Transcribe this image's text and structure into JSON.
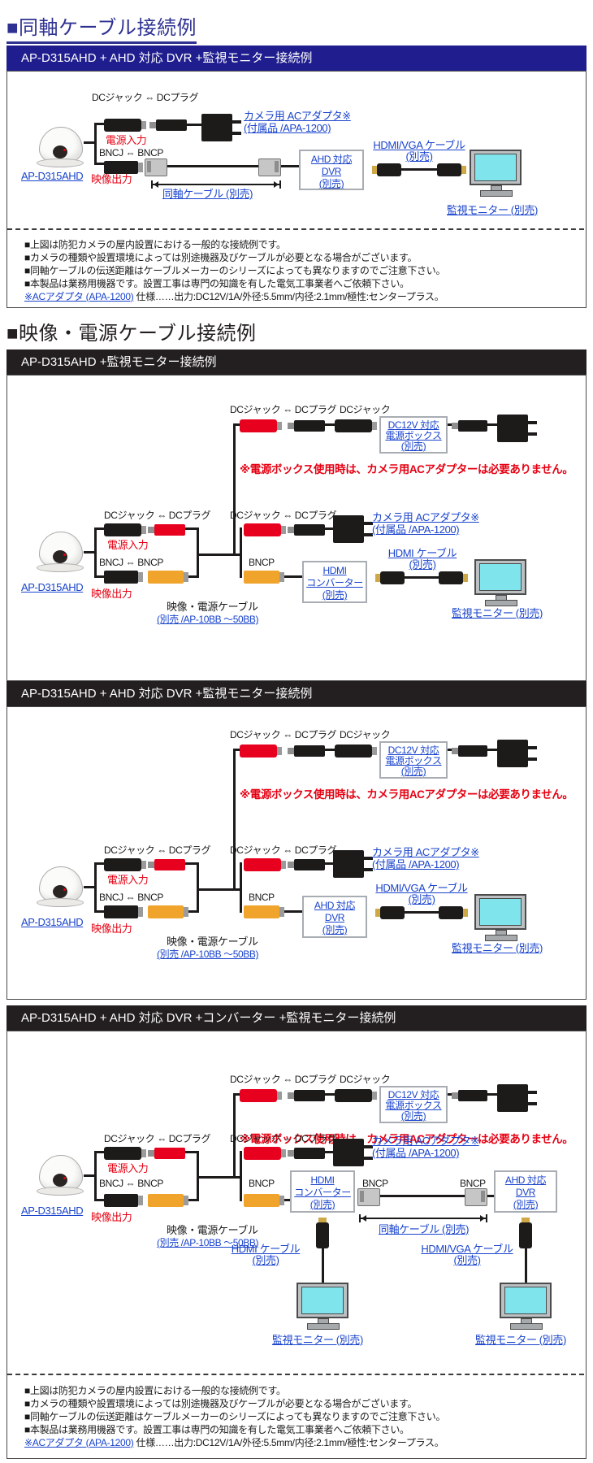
{
  "headings": {
    "coax": "■同軸ケーブル接続例",
    "av": "■映像・電源ケーブル接続例"
  },
  "bars": {
    "bar1": "AP-D315AHD + AHD 対応 DVR +監視モニター接続例",
    "bar2": "AP-D315AHD +監視モニター接続例",
    "bar3": "AP-D315AHD + AHD 対応 DVR +監視モニター接続例",
    "bar4": "AP-D315AHD + AHD 対応 DVR +コンバーター +監視モニター接続例"
  },
  "labels": {
    "dc_pair": "DCジャック ⇔ DCプラグ",
    "dc_jack": "DCジャック",
    "power_in": "電源入力",
    "video_out": "映像出力",
    "bnc_pair": "BNCJ ⇔ BNCP",
    "bncp": "BNCP",
    "camera_model": "AP-D315AHD",
    "coax_cable": "同軸ケーブル (別売)",
    "av_cable": "映像・電源ケーブル",
    "av_cable_sub": "(別売 /AP-10BB ～50BB)",
    "ac_adapter1": "カメラ用 ACアダプタ※",
    "ac_adapter2": "(付属品 /APA-1200)",
    "hdmi_vga": "HDMI/VGA ケーブル",
    "hdmi": "HDMI ケーブル",
    "sold_sep": "(別売)",
    "monitor": "監視モニター (別売)",
    "warning": "※電源ボックス使用時は、カメラ用ACアダプターは必要ありません。"
  },
  "boxes": {
    "dvr": [
      "AHD 対応",
      "DVR",
      "(別売)"
    ],
    "power": [
      "DC12V 対応",
      "電源ボックス",
      "(別売)"
    ],
    "conv": [
      "HDMI",
      "コンバーター",
      "(別売)"
    ]
  },
  "notes": {
    "n1": "■上図は防犯カメラの屋内設置における一般的な接続例です。",
    "n2": "■カメラの種類や設置環境によっては別途機器及びケーブルが必要となる場合がございます。",
    "n3": "■同軸ケーブルの伝送距離はケーブルメーカーのシリーズによっても異なりますのでご注意下さい。",
    "n4": "■本製品は業務用機器です。設置工事は専門の知識を有した電気工事業者へご依頼下さい。",
    "n5_link": "※ACアダプタ (APA-1200)",
    "n5_rest": " 仕様……出力:DC12V/1A/外径:5.5mm/内径:2.1mm/極性:センタープラス。"
  },
  "colors": {
    "navy_bar": "#201e8f",
    "black_bar": "#231f20",
    "link_blue": "#1943cc",
    "accent_red": "#e60012",
    "bnc_yellow": "#f0a42c",
    "screen_cyan": "#7fe4ec"
  }
}
